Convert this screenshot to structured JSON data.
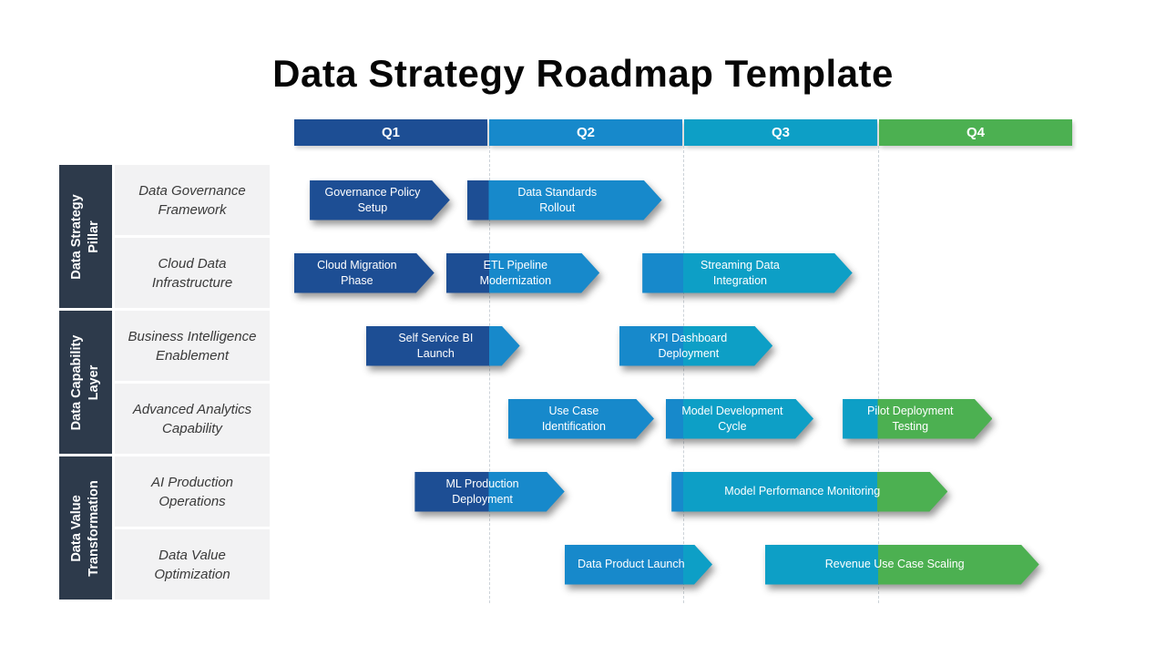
{
  "title": "Data Strategy Roadmap Template",
  "timeline": {
    "quarters": [
      {
        "label": "Q1",
        "color": "#1d4e94"
      },
      {
        "label": "Q2",
        "color": "#1789cb"
      },
      {
        "label": "Q3",
        "color": "#0d9fc6"
      },
      {
        "label": "Q4",
        "color": "#4cb051"
      }
    ]
  },
  "groups": [
    {
      "label": "Data Strategy\nPillar"
    },
    {
      "label": "Data Capability\nLayer"
    },
    {
      "label": "Data Value\nTransformation"
    }
  ],
  "rows": [
    {
      "label": "Data Governance\nFramework",
      "group": 0
    },
    {
      "label": "Cloud Data\nInfrastructure",
      "group": 0
    },
    {
      "label": "Business Intelligence\nEnablement",
      "group": 1
    },
    {
      "label": "Advanced Analytics\nCapability",
      "group": 1
    },
    {
      "label": "AI Production\nOperations",
      "group": 2
    },
    {
      "label": "Data Value\nOptimization",
      "group": 2
    }
  ],
  "tasks": [
    {
      "row": 0,
      "label": "Governance Policy\nSetup",
      "start": 0.08,
      "end": 0.8
    },
    {
      "row": 0,
      "label": "Data Standards\nRollout",
      "start": 0.89,
      "end": 1.89
    },
    {
      "row": 1,
      "label": "Cloud Migration\nPhase",
      "start": 0.0,
      "end": 0.72
    },
    {
      "row": 1,
      "label": "ETL Pipeline\nModernization",
      "start": 0.78,
      "end": 1.57
    },
    {
      "row": 1,
      "label": "Streaming Data\nIntegration",
      "start": 1.79,
      "end": 2.87
    },
    {
      "row": 2,
      "label": "Self Service BI\nLaunch",
      "start": 0.37,
      "end": 1.16
    },
    {
      "row": 2,
      "label": "KPI Dashboard\nDeployment",
      "start": 1.67,
      "end": 2.46
    },
    {
      "row": 3,
      "label": "Use Case\nIdentification",
      "start": 1.1,
      "end": 1.85
    },
    {
      "row": 3,
      "label": "Model Development\nCycle",
      "start": 1.91,
      "end": 2.67
    },
    {
      "row": 3,
      "label": "Pilot Deployment\nTesting",
      "start": 2.82,
      "end": 3.59
    },
    {
      "row": 4,
      "label": "ML Production\nDeployment",
      "start": 0.62,
      "end": 1.39
    },
    {
      "row": 4,
      "label": "Model Performance Monitoring",
      "start": 1.94,
      "end": 3.36
    },
    {
      "row": 5,
      "label": "Data Product Launch",
      "start": 1.39,
      "end": 2.15
    },
    {
      "row": 5,
      "label": "Revenue Use Case Scaling",
      "start": 2.42,
      "end": 3.83
    }
  ]
}
